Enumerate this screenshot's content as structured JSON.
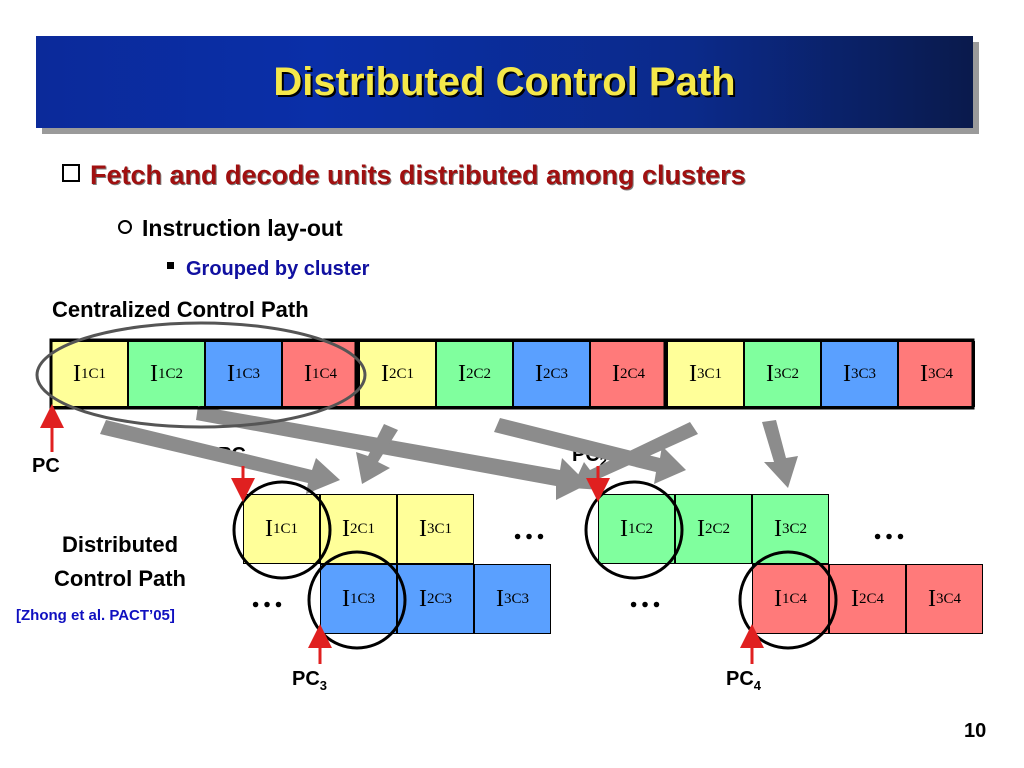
{
  "title": "Distributed Control Path",
  "bullet1": "Fetch and decode units distributed among clusters",
  "bullet2": "Instruction lay-out",
  "bullet3": "Grouped by cluster",
  "centralized_label": "Centralized Control Path",
  "distributed_label_line1": "Distributed",
  "distributed_label_line2": "Control Path",
  "citation": "[Zhong et al. PACT’05]",
  "pc_label": "PC",
  "pc_sub": [
    "1",
    "2",
    "3",
    "4"
  ],
  "ellipsis": "…",
  "page_number": "10",
  "centralized_cells": [
    {
      "i": "1",
      "c": "C1",
      "color": "#ffff99"
    },
    {
      "i": "1",
      "c": "C2",
      "color": "#80ff9e"
    },
    {
      "i": "1",
      "c": "C3",
      "color": "#5aa0ff"
    },
    {
      "i": "1",
      "c": "C4",
      "color": "#ff7a7a"
    },
    {
      "i": "2",
      "c": "C1",
      "color": "#ffff99"
    },
    {
      "i": "2",
      "c": "C2",
      "color": "#80ff9e"
    },
    {
      "i": "2",
      "c": "C3",
      "color": "#5aa0ff"
    },
    {
      "i": "2",
      "c": "C4",
      "color": "#ff7a7a"
    },
    {
      "i": "3",
      "c": "C1",
      "color": "#ffff99"
    },
    {
      "i": "3",
      "c": "C2",
      "color": "#80ff9e"
    },
    {
      "i": "3",
      "c": "C3",
      "color": "#5aa0ff"
    },
    {
      "i": "3",
      "c": "C4",
      "color": "#ff7a7a"
    }
  ],
  "cluster_c1": [
    {
      "i": "1",
      "c": "C1"
    },
    {
      "i": "2",
      "c": "C1"
    },
    {
      "i": "3",
      "c": "C1"
    }
  ],
  "cluster_c3": [
    {
      "i": "1",
      "c": "C3"
    },
    {
      "i": "2",
      "c": "C3"
    },
    {
      "i": "3",
      "c": "C3"
    }
  ],
  "cluster_c2": [
    {
      "i": "1",
      "c": "C2"
    },
    {
      "i": "2",
      "c": "C2"
    },
    {
      "i": "3",
      "c": "C2"
    }
  ],
  "cluster_c4": [
    {
      "i": "1",
      "c": "C4"
    },
    {
      "i": "2",
      "c": "C4"
    },
    {
      "i": "3",
      "c": "C4"
    }
  ],
  "colors": {
    "title_text": "#f5e84a",
    "bullet1": "#a01010",
    "bullet3": "#1010a0",
    "arrow_red": "#e02020",
    "arrow_gray": "#8c8c8c"
  }
}
